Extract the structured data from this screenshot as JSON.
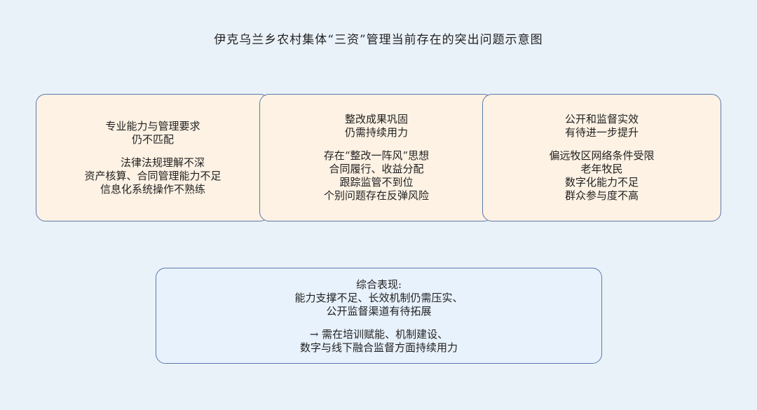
{
  "title": "伊克乌兰乡农村集体“三资”管理当前存在的突出问题示意图",
  "boxes": [
    {
      "heading": [
        "专业能力与管理要求",
        "仍不匹配"
      ],
      "details": [
        "法律法规理解不深",
        "资产核算、合同管理能力不足",
        "信息化系统操作不熟练"
      ]
    },
    {
      "heading": [
        "整改成果巩固",
        "仍需持续用力"
      ],
      "details": [
        "存在“整改一阵风”思想",
        "合同履行、收益分配",
        "跟踪监管不到位",
        "个别问题存在反弹风险"
      ]
    },
    {
      "heading": [
        "公开和监督实效",
        "有待进一步提升"
      ],
      "details": [
        "偏远牧区网络条件受限",
        "老年牧民",
        "数字化能力不足",
        "群众参与度不高"
      ]
    }
  ],
  "summary": {
    "heading": [
      "综合表现:",
      "能力支撑不足、长效机制仍需压实、",
      "公开监督渠道有待拓展"
    ],
    "conclusion": [
      "→  需在培训赋能、机制建设、",
      "数字与线下融合监督方面持续用力"
    ]
  }
}
